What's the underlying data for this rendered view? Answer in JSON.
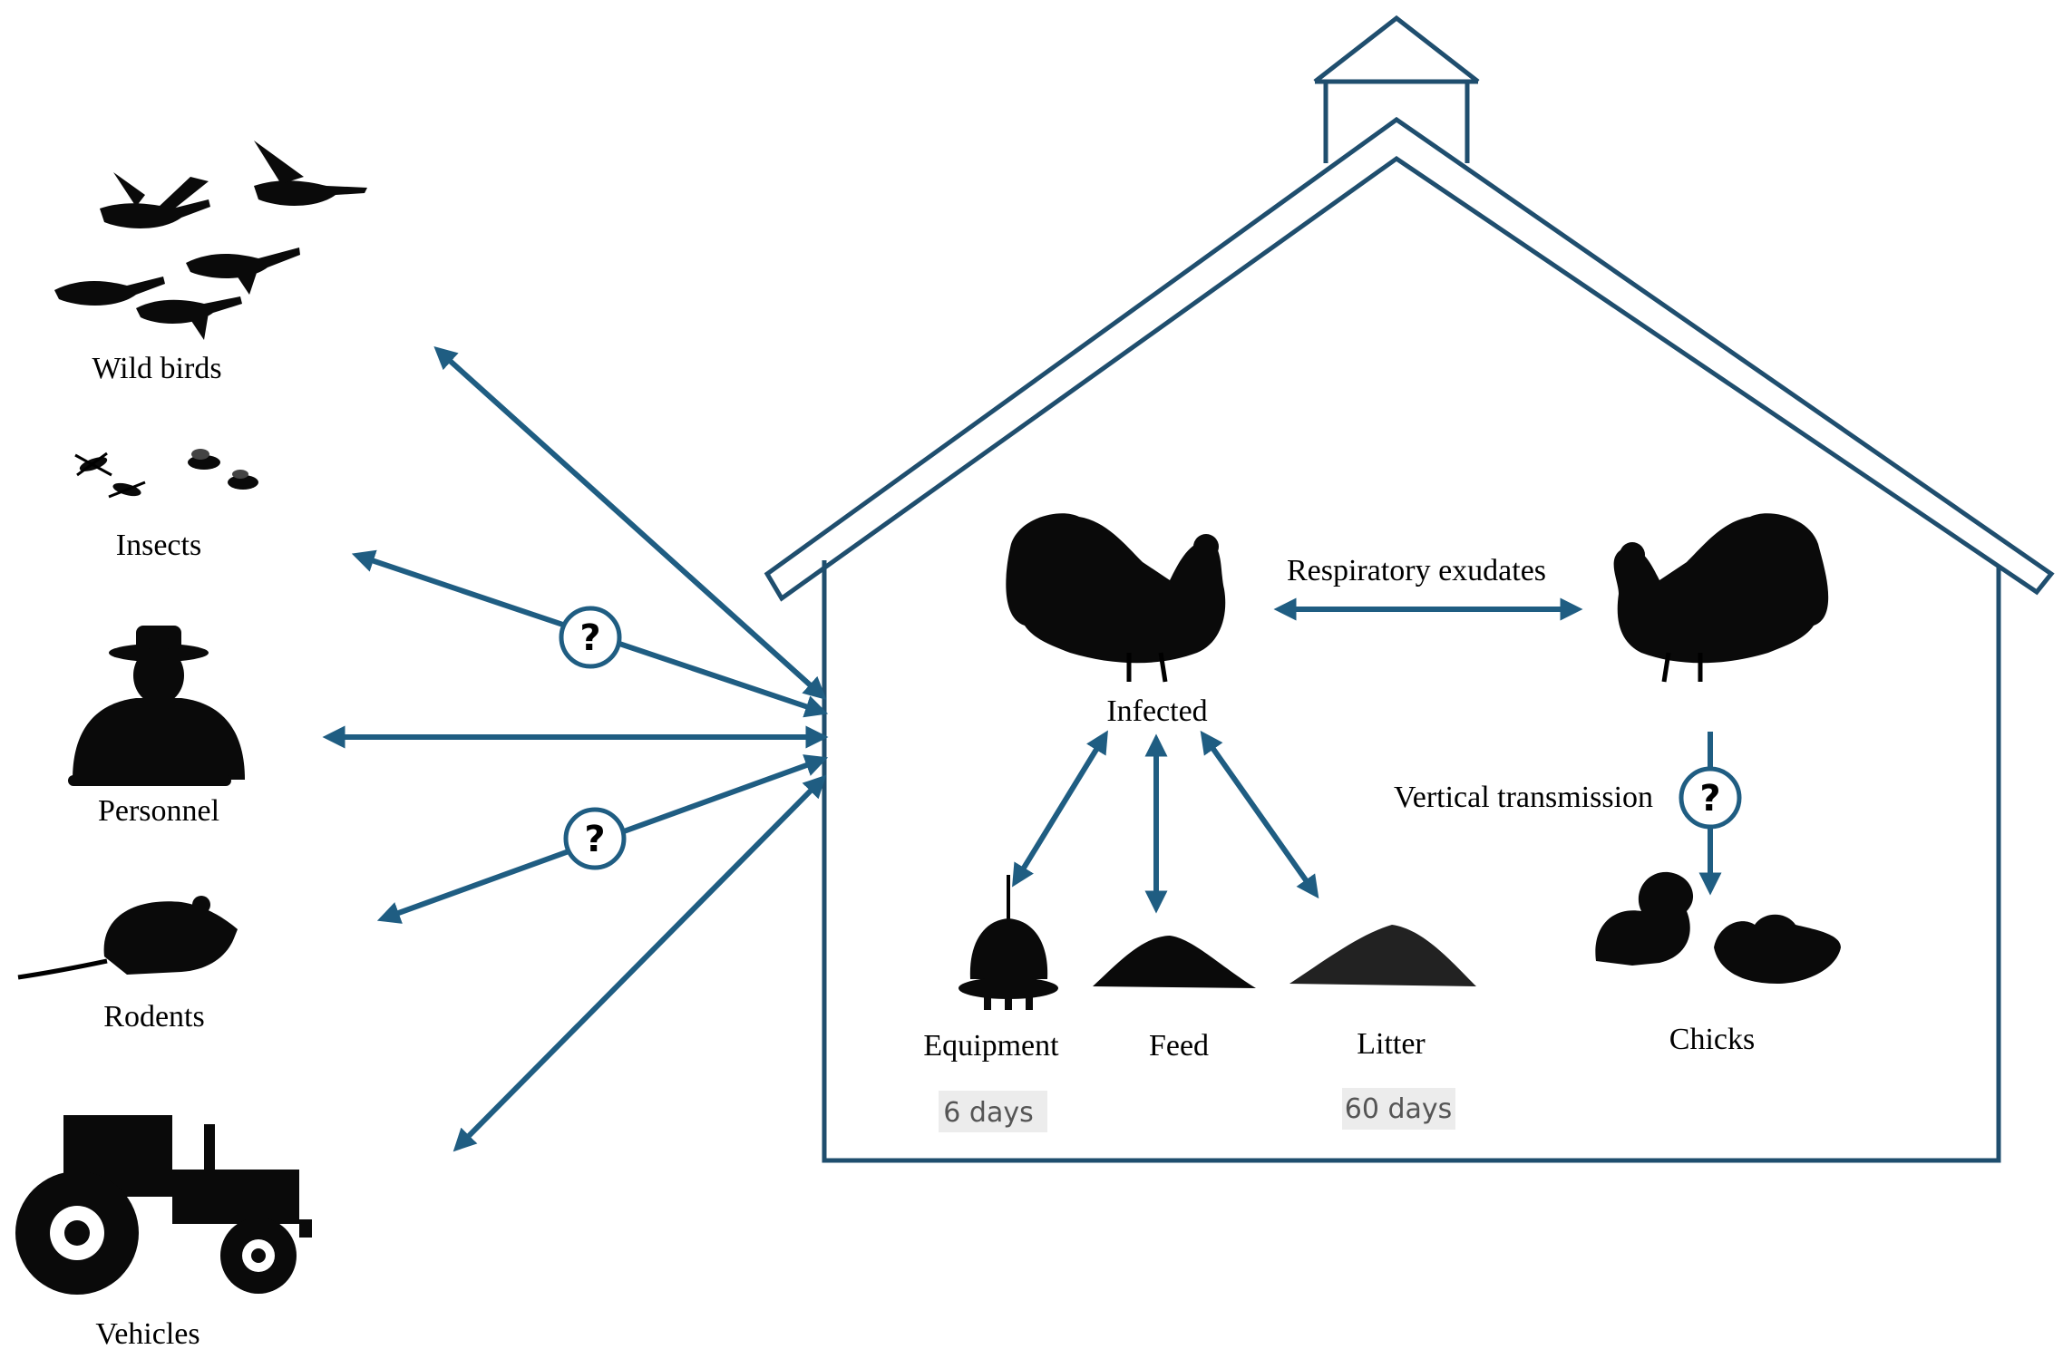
{
  "sources": {
    "wild_birds": "Wild birds",
    "insects": "Insects",
    "personnel": "Personnel",
    "rodents": "Rodents",
    "vehicles": "Vehicles"
  },
  "inside": {
    "infected": "Infected",
    "respiratory": "Respiratory exudates",
    "vertical": "Vertical transmission",
    "chicks": "Chicks",
    "equipment": "Equipment",
    "feed": "Feed",
    "litter": "Litter",
    "equipment_duration": "6 days",
    "litter_duration": "60 days"
  },
  "unknown_marker": "?",
  "colors": {
    "arrow": "#1f5d82",
    "house": "#1f4e6e",
    "tag_bg": "#ececec"
  }
}
